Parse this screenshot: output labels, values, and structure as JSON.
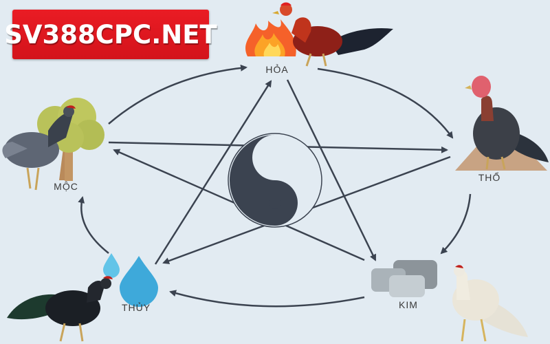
{
  "logo": {
    "text": "SV388CPC.NET"
  },
  "elements": {
    "hoa": "HỎA",
    "tho": "THỔ",
    "kim": "KIM",
    "thuy": "THỦY",
    "moc": "MỘC"
  },
  "icons": [
    "fire-icon",
    "earth-mound-icon",
    "metal-icon",
    "water-drop-icon",
    "tree-icon",
    "yin-yang-icon"
  ],
  "colors": {
    "background": "#e2ebf2",
    "logo_red": "#e21a22",
    "arrow": "#3b4350",
    "water": "#3ea9da",
    "fire": "#f5612a"
  }
}
